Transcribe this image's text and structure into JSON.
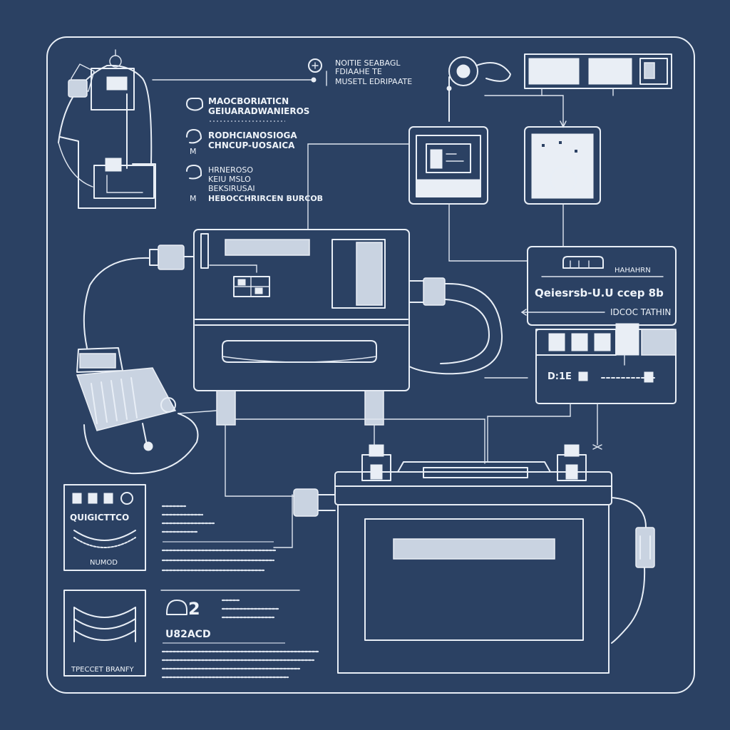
{
  "colors": {
    "background": "#2b4163",
    "line": "#e8eef6",
    "accent_fill": "#c9d3e1"
  },
  "labels": {
    "top_note": [
      "NOITIE SEABAGL",
      "FDIAAHE TE",
      "MUSETL EDRIPAATE"
    ],
    "legend_1": [
      "MAOCBORIATICN",
      "GEIUARADWANIEROS"
    ],
    "legend_2": [
      "RODHCIANOSIOGA",
      "CHNCUP-UOSAICA"
    ],
    "legend_3": [
      "HRNEROSO",
      "KEIU MSLO",
      "BEKSIRUSAI",
      "HEBOCCHRIRCEN BURCOB"
    ],
    "module_title": "Qeiesrsb-U.U ccep 8b",
    "module_sub": "IDCOC TATHIN",
    "module_code": "D:1E",
    "connector_tag": "QUIGICTTCO",
    "connector_sub": "NUMOD",
    "big_number": "2",
    "part_code": "U82ACD",
    "warranty": "TPECCET BRANFY"
  },
  "icons": [
    "top-gauge-icon",
    "charger-front-panel-icon",
    "alternator-icon",
    "fuse-block-icon",
    "relay-panel-icon",
    "display-panel-icon",
    "battery-terminal-positive-icon",
    "battery-terminal-negative-icon",
    "wire-harness-icon",
    "clamp-icon"
  ]
}
